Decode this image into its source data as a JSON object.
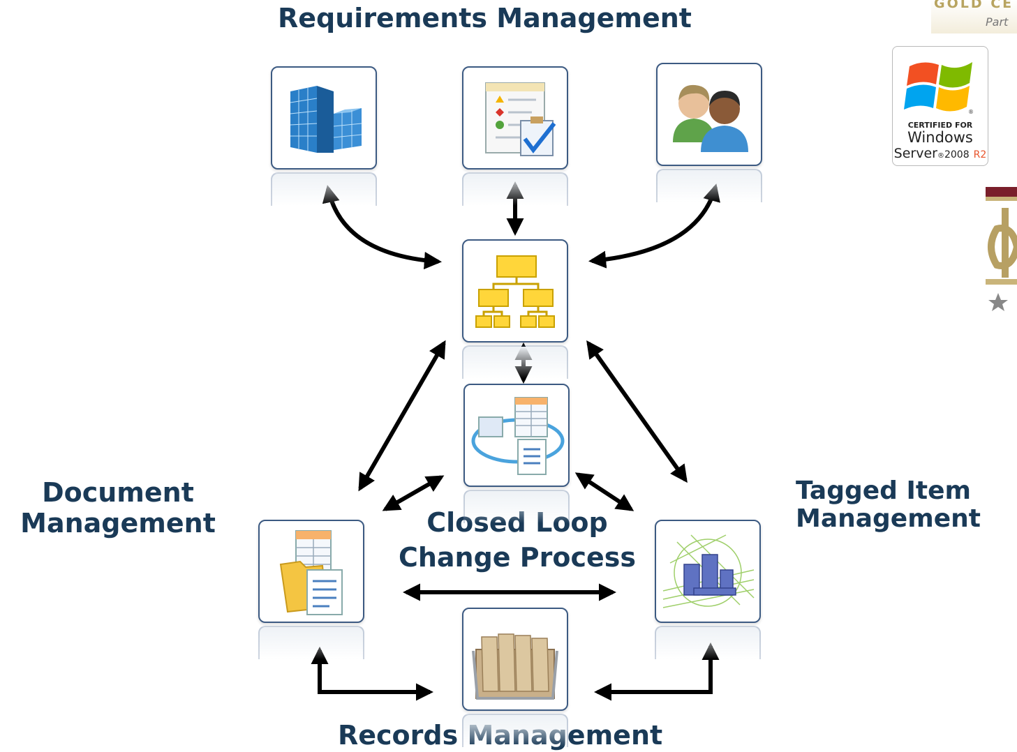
{
  "titles": {
    "top": "Requirements Management",
    "left_line1": "Document",
    "left_line2": "Management",
    "right_line1": "Tagged Item",
    "right_line2": "Management",
    "center_line1": "Closed Loop",
    "center_line2": "Change Process",
    "bottom": "Records Management"
  },
  "badges": {
    "windows": {
      "line1": "CERTIFIED FOR",
      "line2": "Windows",
      "line3_main": "Server",
      "line3_reg": "®",
      "line3_year": "2008",
      "line3_r2": "R2"
    },
    "partner": {
      "gold": "GOLD CE",
      "sub": "Part"
    }
  },
  "icons": [
    "building-icon",
    "checklist-icon",
    "users-icon",
    "org-chart-icon",
    "workflow-cycle-icon",
    "document-folder-icon",
    "engineering-3d-icon",
    "file-cabinet-icon"
  ],
  "colors": {
    "title_text": "#1a3a57",
    "box_border": "#3c5a82",
    "arrow": "#000000",
    "windows_red": "#f25022",
    "windows_green": "#7fba00",
    "windows_blue": "#00a4ef",
    "windows_yellow": "#ffb900"
  }
}
